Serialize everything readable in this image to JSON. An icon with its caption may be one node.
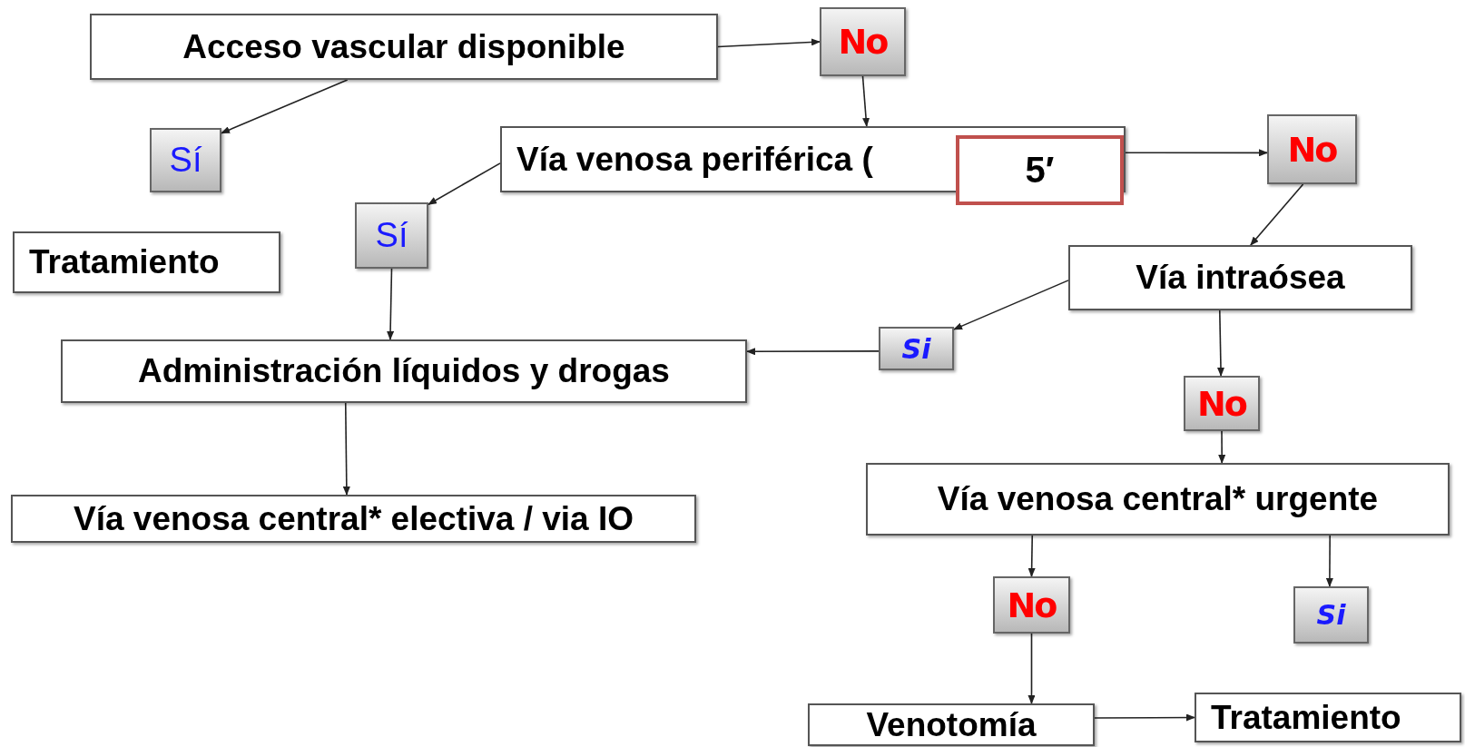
{
  "diagram": {
    "nodes": [
      {
        "text": [
          "Acceso vascular disponible"
        ]
      },
      {
        "text": [
          "No"
        ]
      },
      {
        "text": [
          "Sí"
        ]
      },
      {
        "text": [
          "Vía venosa periférica ("
        ]
      },
      {
        "text": [
          "5′"
        ]
      },
      {
        "text": [
          "No"
        ]
      },
      {
        "text": [
          "Sí"
        ]
      },
      {
        "text": [
          "Tratamiento"
        ]
      },
      {
        "text": [
          "Vía intraósea"
        ]
      },
      {
        "text": [
          "Administración líquidos y  drogas"
        ]
      },
      {
        "text": [
          "Si"
        ]
      },
      {
        "text": [
          "No"
        ]
      },
      {
        "text": [
          "Vía  venosa central* electiva /  via IO"
        ]
      },
      {
        "text": [
          "Vía venosa central* urgente"
        ]
      },
      {
        "text": [
          "No"
        ]
      },
      {
        "text": [
          "Si"
        ]
      },
      {
        "text": [
          "Venotomía"
        ]
      },
      {
        "text": [
          "Tratamiento"
        ]
      }
    ],
    "edges": [
      {
        "from": 0,
        "to": 1,
        "arrow": "to"
      },
      {
        "from": 0,
        "to": 2,
        "arrow": "to"
      },
      {
        "from": 1,
        "to": 3,
        "arrow": "to"
      },
      {
        "from": 3,
        "to": 6,
        "arrow": "to"
      },
      {
        "from": 3,
        "to": 5,
        "arrow": "to"
      },
      {
        "from": 5,
        "to": 8,
        "arrow": "to"
      },
      {
        "from": 6,
        "to": 9,
        "arrow": "to"
      },
      {
        "from": 8,
        "to": 10,
        "arrow": "to"
      },
      {
        "from": 10,
        "to": 9,
        "arrow": "to"
      },
      {
        "from": 8,
        "to": 11,
        "arrow": "to"
      },
      {
        "from": 11,
        "to": 13,
        "arrow": "to"
      },
      {
        "from": 9,
        "to": 12,
        "arrow": "to"
      },
      {
        "from": 13,
        "to": 14,
        "arrow": "to"
      },
      {
        "from": 13,
        "to": 15,
        "arrow": "to"
      },
      {
        "from": 14,
        "to": 16,
        "arrow": "to"
      },
      {
        "from": 16,
        "to": 17,
        "arrow": "to"
      }
    ]
  }
}
